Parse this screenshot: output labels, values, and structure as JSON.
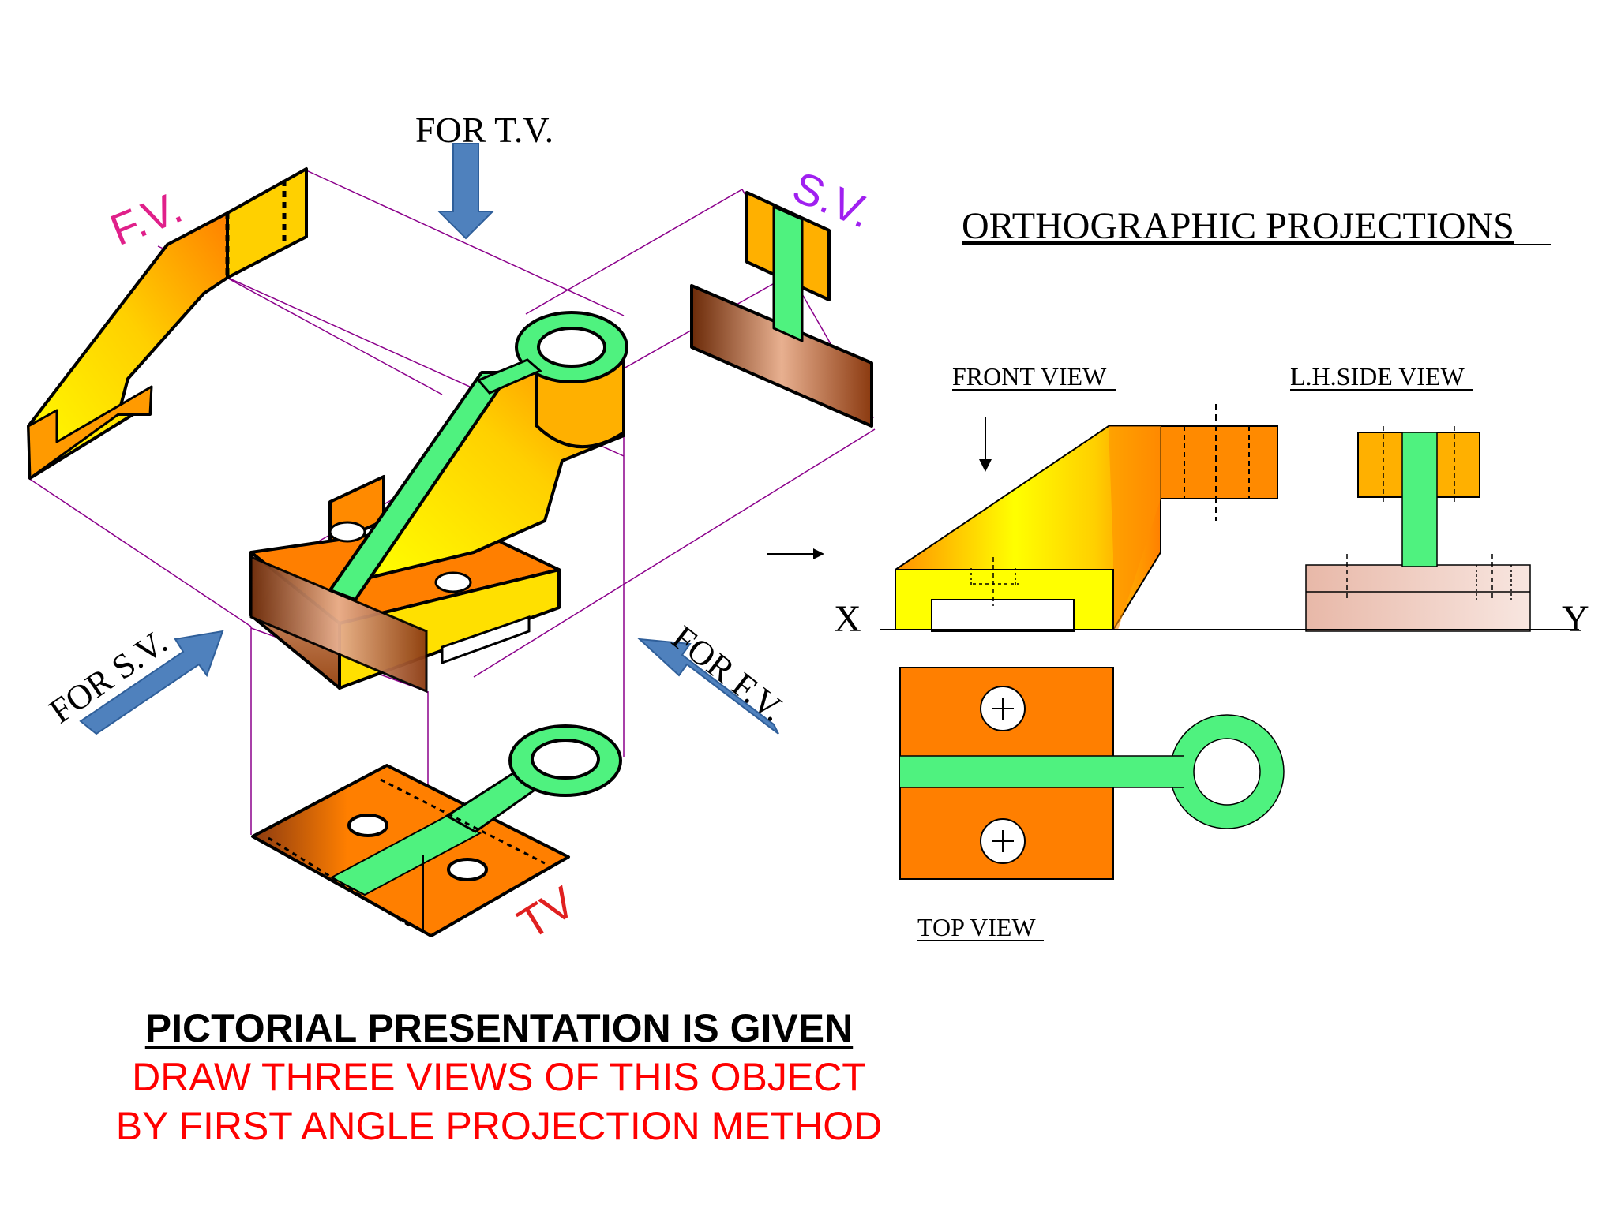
{
  "pictorial": {
    "tv_direction_label": "FOR T.V.",
    "sv_direction_label": "FOR S.V.",
    "fv_direction_label": "FOR F.V.",
    "fv_tag": "F.V.",
    "sv_tag": "S.V.",
    "tv_tag": "TV"
  },
  "projections": {
    "title": "ORTHOGRAPHIC PROJECTIONS",
    "front_view_label": "FRONT VIEW",
    "side_view_label": "L.H.SIDE VIEW",
    "top_view_label": "TOP VIEW",
    "x_label": "X",
    "y_label": "Y"
  },
  "footer": {
    "heading": "PICTORIAL PRESENTATION IS GIVEN",
    "line1": "DRAW THREE VIEWS OF THIS OBJECT",
    "line2": "BY FIRST ANGLE PROJECTION METHOD"
  },
  "colors": {
    "orange": "#ff7f00",
    "yellow": "#ffff00",
    "green": "#4ff27f",
    "copper": "#8b3a10",
    "arrow_blue": "#4f81bd",
    "purple_line": "#8b008b",
    "fv_tag": "#e0208a",
    "sv_tag": "#a020f0",
    "tv_tag": "#e02020",
    "footer_red": "#ff0000"
  },
  "icons": {
    "direction_arrow": "arrow-icon",
    "hole_center": "plus-icon"
  }
}
